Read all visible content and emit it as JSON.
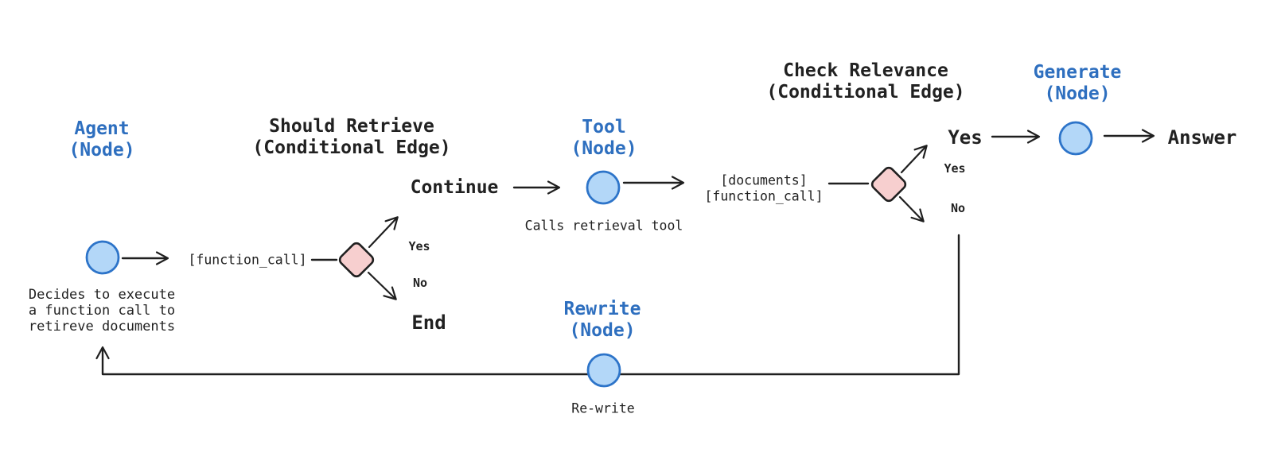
{
  "colors": {
    "bg": "#ffffff",
    "text": "#212121",
    "blue_text": "#2e6fbf",
    "node_fill": "#b3d7f8",
    "node_stroke": "#2d74c9",
    "diamond_fill": "#f7cfcf",
    "diamond_stroke": "#202020",
    "wire": "#1f1f1f"
  },
  "diagram": {
    "agent": {
      "title": "Agent\n(Node)",
      "desc": "Decides to execute\na function call to\nretireve documents",
      "output_tag": "[function_call]"
    },
    "should_retrieve": {
      "title": "Should Retrieve\n(Conditional Edge)",
      "yes_label": "Yes",
      "no_label": "No",
      "yes_target": "Continue",
      "no_target": "End"
    },
    "tool": {
      "title": "Tool\n(Node)",
      "desc": "Calls retrieval tool",
      "output_tag": "[documents]\n[function_call]"
    },
    "check_relevance": {
      "title": "Check Relevance\n(Conditional Edge)",
      "yes_label": "Yes",
      "no_label": "No",
      "yes_target": "Yes"
    },
    "generate": {
      "title": "Generate\n(Node)",
      "output": "Answer"
    },
    "rewrite": {
      "title": "Rewrite\n(Node)",
      "desc": "Re-write"
    }
  }
}
